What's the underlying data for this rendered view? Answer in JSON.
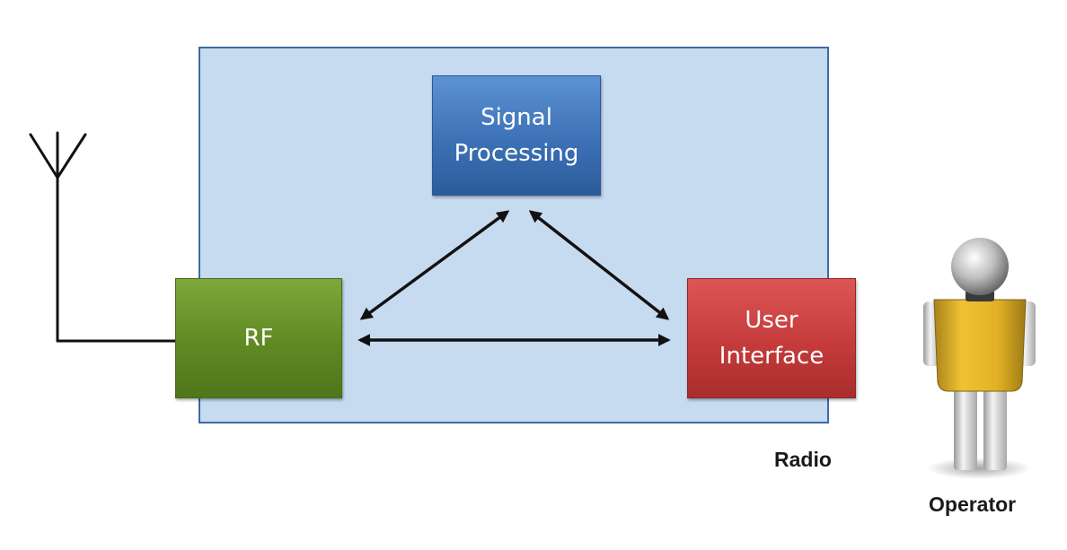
{
  "container": {
    "label": "Radio"
  },
  "blocks": {
    "signal_processing": "Signal\nProcessing",
    "rf": "RF",
    "user_interface": "User\nInterface"
  },
  "operator": {
    "label": "Operator"
  },
  "colors": {
    "radio_fill": "#c6daf0",
    "radio_border": "#3e6aa6",
    "signal_block": "#3c71b5",
    "rf_block": "#5f8a23",
    "ui_block": "#c53b3b",
    "operator_body": "#e8b82a"
  },
  "icons": {
    "antenna": "antenna-icon",
    "operator": "person-figure-icon"
  }
}
